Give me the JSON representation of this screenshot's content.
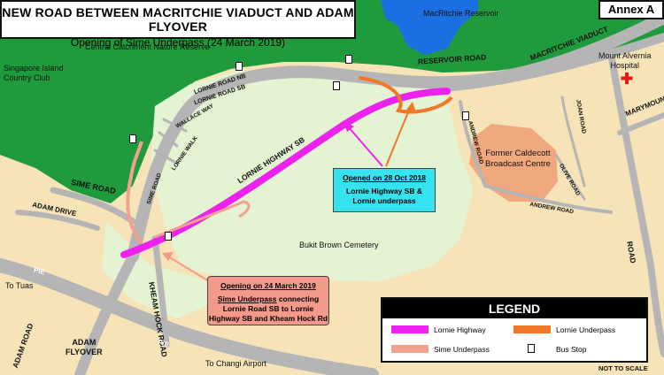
{
  "title": "NEW ROAD BETWEEN MACRITCHIE VIADUCT AND ADAM FLYOVER",
  "subtitle": "Opening of Sime Underpass (24 March 2019)",
  "annex": "Annex A",
  "places": {
    "macritchie_reservoir": "MacRitchie Reservoir",
    "central_catchment": "Central Catchment Nature Reserve",
    "country_club": "Singapore Island\nCountry Club",
    "mount_alvernia": "Mount Alvernia\nHospital",
    "caldecott": "Former Caldecott\nBroadcast Centre",
    "bukit_brown": "Bukit Brown Cemetery",
    "adam_flyover": "ADAM\nFLYOVER",
    "to_tuas": "To Tuas",
    "to_changi": "To Changi Airport",
    "not_to_scale": "NOT TO SCALE"
  },
  "roads": {
    "reservoir_road": "RESERVOIR ROAD",
    "macritchie_viaduct": "MACRITCHIE VIADUCT",
    "lornie_nb": "LORNIE ROAD NB",
    "lornie_sb": "LORNIE ROAD SB",
    "lornie_highway_sb": "LORNIE HIGHWAY SB",
    "wallace_way": "WALLACE WAY",
    "lornie_walk": "LORNIE WALK",
    "sime_road_small": "SIME ROAD",
    "sime_road": "SIME ROAD",
    "adam_drive": "ADAM DRIVE",
    "kheam_hock": "KHEAM HOCK ROAD",
    "pie_left": "PIE",
    "pie_bottom": "PIE",
    "adam_road": "ADAM ROAD",
    "andrew_road_top": "ANDREW ROAD",
    "andrew_road": "ANDREW ROAD",
    "joan_road": "JOAN ROAD",
    "olive_road": "OLIVE ROAD",
    "marymount_road": "MARYMOUNT ROAD",
    "road_label": "ROAD"
  },
  "callout_lornie": {
    "heading": "Opened on 28 Oct 2018",
    "body": "Lornie Highway SB &\nLornie underpass"
  },
  "callout_sime": {
    "heading": "Opening on 24 March 2019",
    "body_lead": "Sime Underpass",
    "body_rest": " connecting\nLornie Road SB to Lornie\nHighway SB and Kheam Hock Rd"
  },
  "legend": {
    "title": "LEGEND",
    "items": [
      {
        "label": "Lornie Highway",
        "color": "#ee22ee"
      },
      {
        "label": "Lornie Underpass",
        "color": "#f07828"
      },
      {
        "label": "Sime Underpass",
        "color": "#f2a090"
      },
      {
        "label": "Bus Stop",
        "icon": "bus-stop-icon"
      }
    ]
  },
  "colors": {
    "land": "#f6e3b8",
    "forest": "#1f9a3c",
    "water": "#1c6fe0",
    "park": "#e4f3d2",
    "road": "#b5b5b5",
    "lornie_highway": "#ee22ee",
    "lornie_underpass": "#f07828",
    "sime_underpass": "#f2a090",
    "callout_cyan": "#35e3f0",
    "callout_salmon": "#f49a8a",
    "hospital_cross": "#e01818"
  }
}
